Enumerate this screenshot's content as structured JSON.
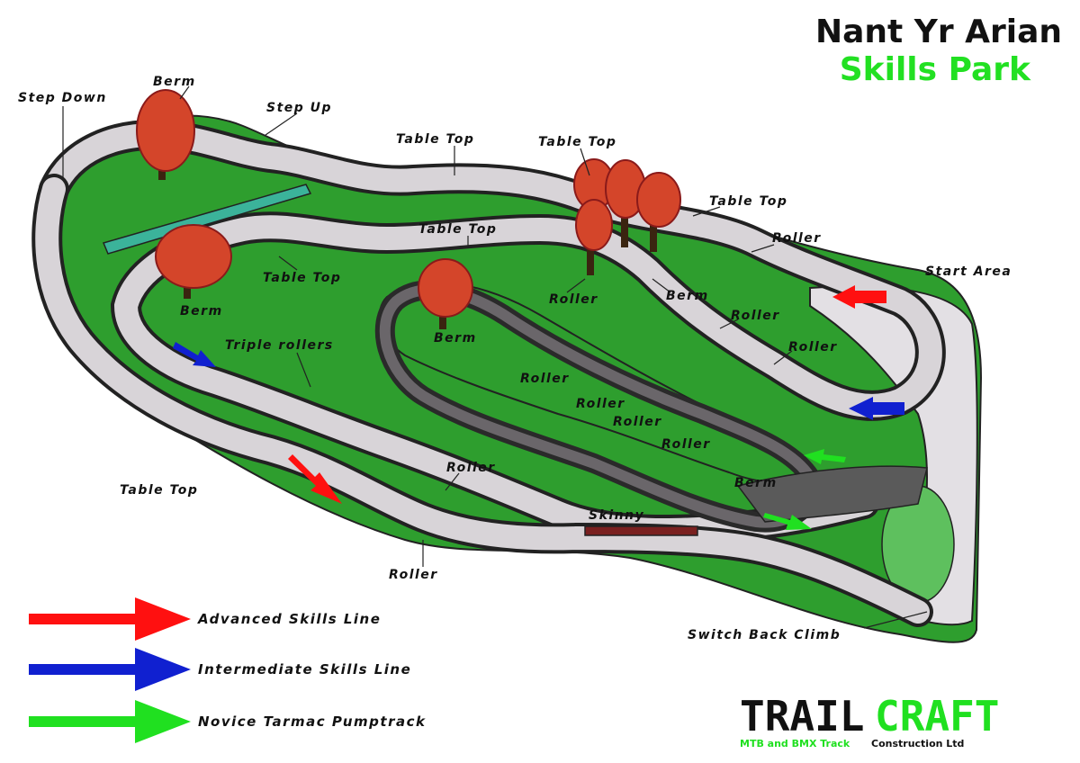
{
  "title": {
    "line1": "Nant Yr Arian",
    "line2": "Skills Park"
  },
  "colors": {
    "grass": "#2e9e2e",
    "trail": "#d8d4d8",
    "trail_edge": "#222222",
    "advanced": "#ff1010",
    "intermediate": "#1020d0",
    "novice": "#20e020",
    "tree": "#d4452a"
  },
  "labels": {
    "berm_top": "Berm",
    "step_down": "Step Down",
    "step_up": "Step Up",
    "table_top_1": "Table Top",
    "table_top_2": "Table Top",
    "table_top_3": "Table Top",
    "table_top_4": "Table Top",
    "table_top_5": "Table Top",
    "table_top_6": "Table Top",
    "roller_1": "Roller",
    "start_area": "Start Area",
    "berm_left": "Berm",
    "roller_2": "Roller",
    "berm_mid": "Berm",
    "berm_right": "Berm",
    "roller_3": "Roller",
    "roller_4": "Roller",
    "triple_rollers": "Triple rollers",
    "roller_5": "Roller",
    "roller_6": "Roller",
    "roller_7": "Roller",
    "roller_8": "Roller",
    "roller_9": "Roller",
    "berm_low": "Berm",
    "skinny": "Skinny",
    "roller_10": "Roller",
    "switch_back": "Switch Back Climb"
  },
  "legend": [
    {
      "label": "Advanced Skills Line",
      "color": "#ff1010"
    },
    {
      "label": "Intermediate Skills Line",
      "color": "#1020d0"
    },
    {
      "label": "Novice Tarmac Pumptrack",
      "color": "#20e020"
    }
  ],
  "logo": {
    "part1": "TRAIL",
    "part2": "CRAFT",
    "tag1": "MTB and BMX Track",
    "tag2": "Construction Ltd"
  }
}
